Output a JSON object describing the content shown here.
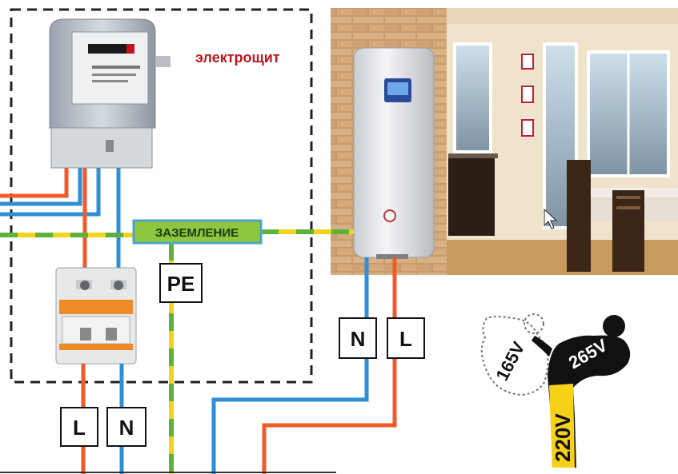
{
  "panel": {
    "title": "электрощит"
  },
  "ground_bus": {
    "label": "ЗАЗЕМЛЕНИЕ"
  },
  "terminals": {
    "pe": "PE",
    "breaker_l": "L",
    "breaker_n": "N",
    "boiler_n": "N",
    "boiler_l": "L"
  },
  "voltage_figure": {
    "low": "165V",
    "nominal": "220V",
    "high": "265V"
  },
  "colors": {
    "phase_wire": "#f05a28",
    "neutral_wire": "#2f8fd6",
    "ground_wire_yellow": "#f2d21b",
    "ground_wire_green": "#5db33a",
    "panel_title": "#c0161b",
    "bus_fill": "#8ec63f",
    "figure_accent": "#f7d117"
  },
  "icons": [
    "electric-meter-icon",
    "circuit-breaker-icon",
    "electric-boiler-icon",
    "mouse-cursor-icon",
    "human-figure-icon"
  ]
}
